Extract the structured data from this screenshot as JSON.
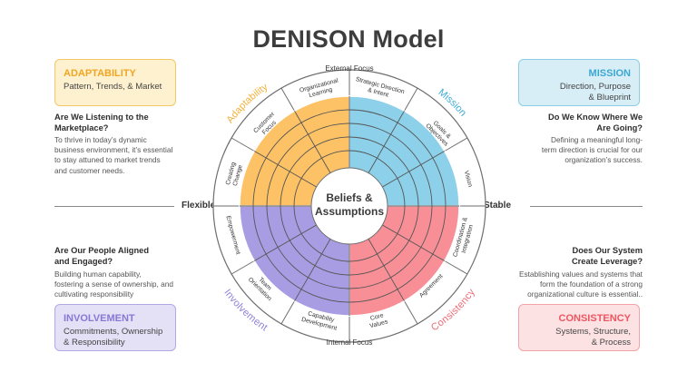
{
  "title": "DENISON Model",
  "center": {
    "line1": "Beliefs &",
    "line2": "Assumptions"
  },
  "axes": {
    "top": "External Focus",
    "bottom": "Internal Focus",
    "left": "Flexible",
    "right": "Stable"
  },
  "quadrants": {
    "adaptability": {
      "name": "Adaptability",
      "color": "#fcc265",
      "label_color": "#f5b03a"
    },
    "mission": {
      "name": "Mission",
      "color": "#8dd0ea",
      "label_color": "#3eaad6"
    },
    "involvement": {
      "name": "Involvement",
      "color": "#a89de3",
      "label_color": "#8d7fd9"
    },
    "consistency": {
      "name": "Consistency",
      "color": "#f88f97",
      "label_color": "#ef6a75"
    }
  },
  "outer_labels": {
    "org_learning": [
      "Organizational",
      "Learning"
    ],
    "strategic": [
      "Strategic Direction",
      "& Intent"
    ],
    "goals": [
      "Goals &",
      "Objectives"
    ],
    "vision": [
      "Vision"
    ],
    "coordination": [
      "Coordination &",
      "Integration"
    ],
    "agreement": [
      "Agreement"
    ],
    "core_values": [
      "Core",
      "Values"
    ],
    "capability": [
      "Capability",
      "Development"
    ],
    "team": [
      "Team",
      "Orientation"
    ],
    "empowerment": [
      "Empowerment"
    ],
    "creating_change": [
      "Creating",
      "Change"
    ],
    "customer_focus": [
      "Customer",
      "Focus"
    ]
  },
  "cards": {
    "adaptability": {
      "head": "ADAPTABILITY",
      "sub": "Pattern, Trends, & Market"
    },
    "mission": {
      "head": "MISSION",
      "sub1": "Direction, Purpose",
      "sub2": "& Blueprint"
    },
    "involvement": {
      "head": "INVOLVEMENT",
      "sub1": "Commitments, Ownership",
      "sub2": "& Responsibility"
    },
    "consistency": {
      "head": "CONSISTENCY",
      "sub1": "Systems, Structure,",
      "sub2": "& Process"
    }
  },
  "texts": {
    "adapt_q": [
      "Are We Listening to the",
      "Marketplace?"
    ],
    "adapt_d": [
      "To thrive in today’s dynamic",
      "business environment, it’s essential",
      "to stay attuned to market trends",
      "and customer needs."
    ],
    "mission_q": [
      "Do We Know Where We",
      "Are Going?"
    ],
    "mission_d": [
      "Defining a meaningful long-",
      "term direction is crucial for our",
      "organization’s success."
    ],
    "involve_q": [
      "Are Our People Aligned",
      "and Engaged?"
    ],
    "involve_d": [
      "Building human capability,",
      "fostering a sense of ownership, and",
      "cultivating responsibility"
    ],
    "consist_q": [
      "Does Our System",
      "Create Leverage?"
    ],
    "consist_d": [
      "Establishing values and systems that",
      "form the foundation of a strong",
      "organizational culture is essential.."
    ]
  }
}
